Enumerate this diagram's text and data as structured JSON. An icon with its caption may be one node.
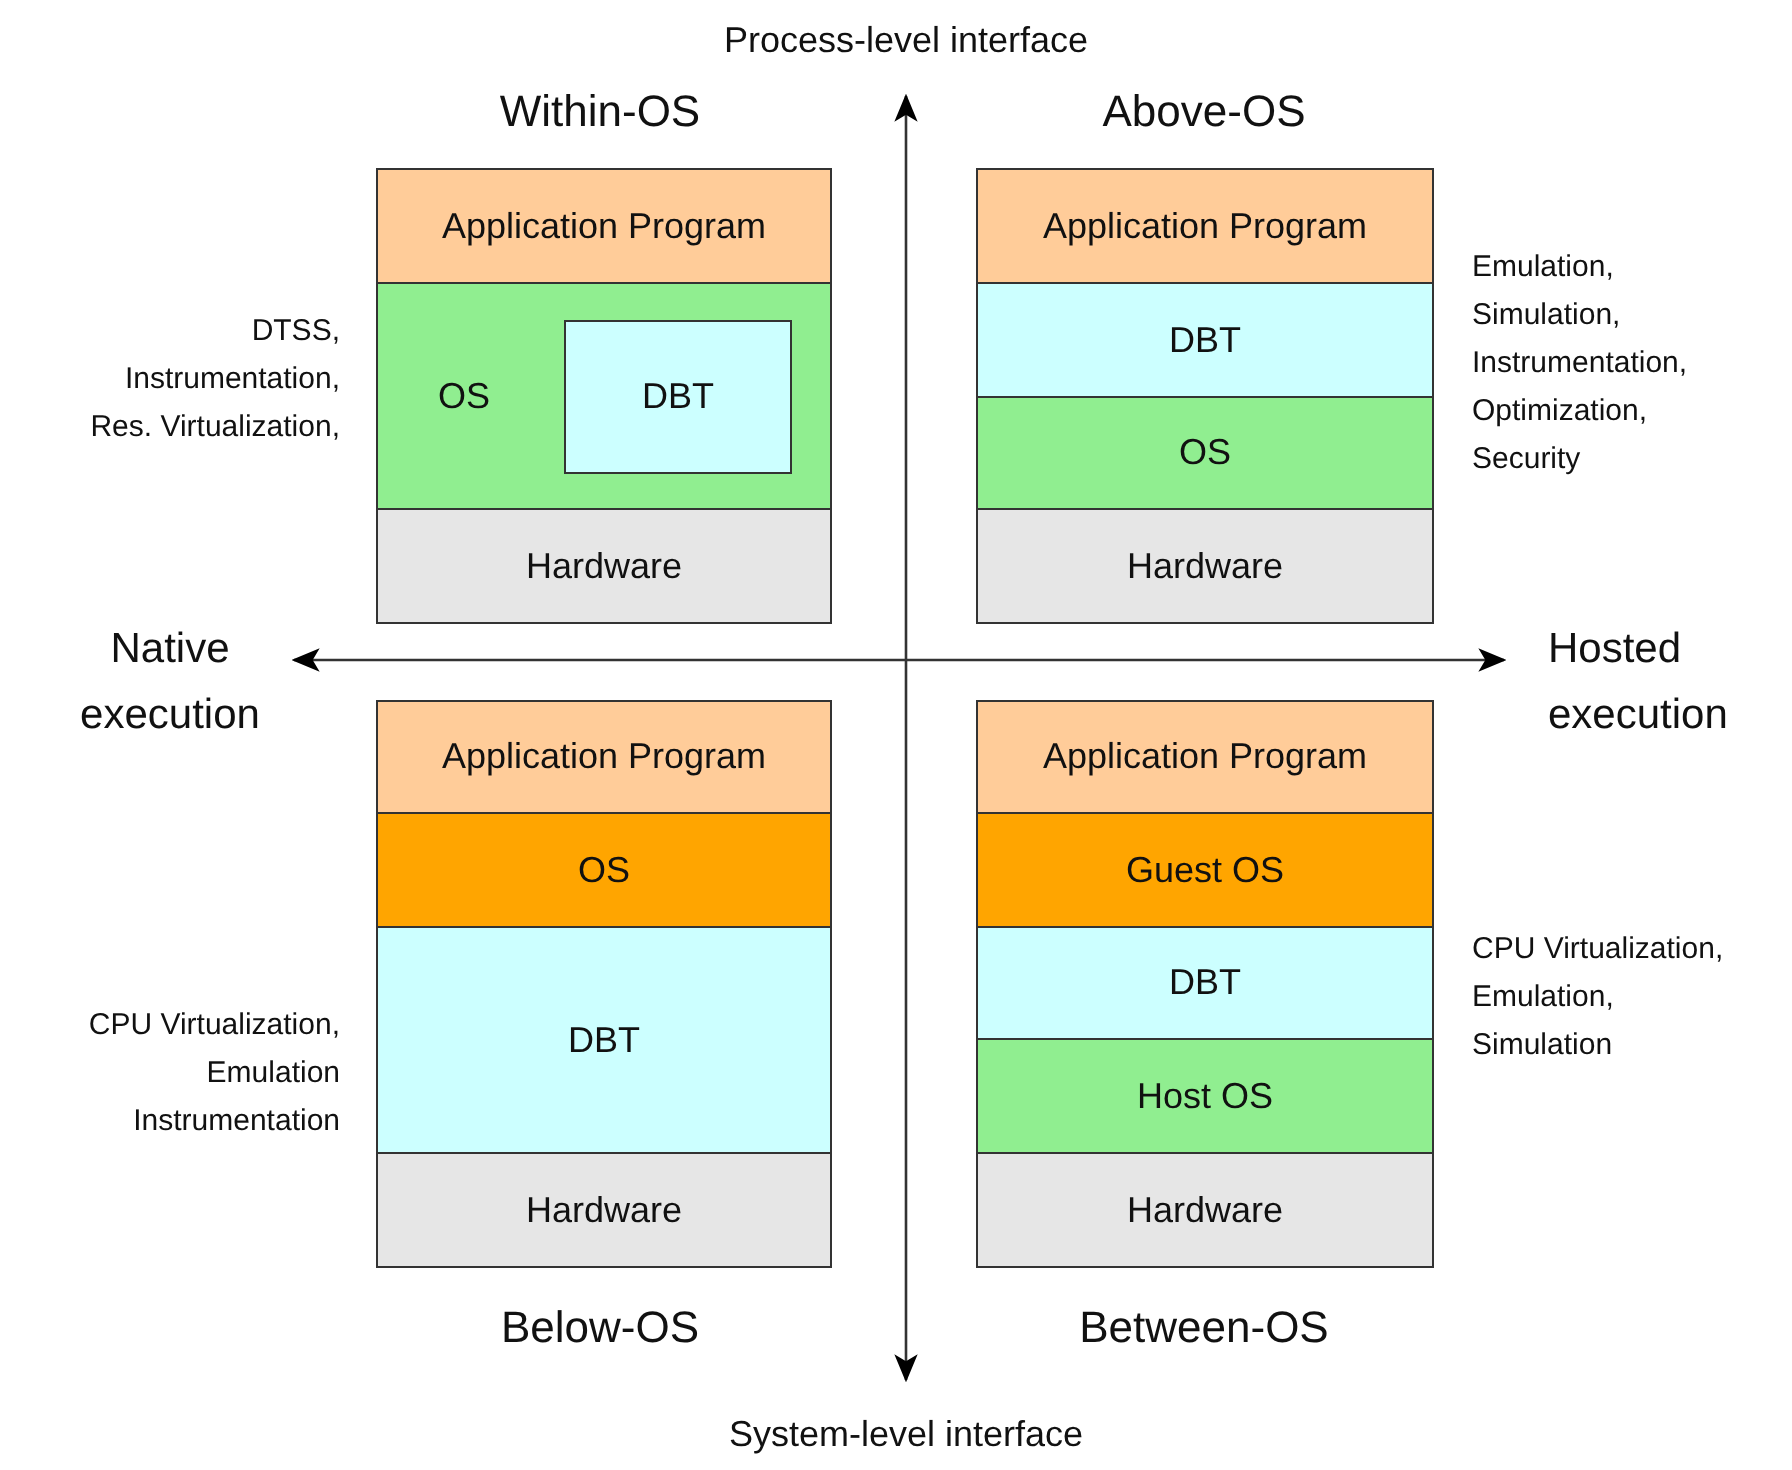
{
  "diagram": {
    "nodes": [
      {
        "text": [
          "Application Program"
        ]
      },
      {
        "text": [
          "OS"
        ]
      },
      {
        "text": [
          "DBT"
        ],
        "in": 1
      },
      {
        "text": [
          "Hardware"
        ]
      },
      {
        "text": [
          "Application Program"
        ]
      },
      {
        "text": [
          "DBT"
        ]
      },
      {
        "text": [
          "OS"
        ]
      },
      {
        "text": [
          "Hardware"
        ]
      },
      {
        "text": [
          "Application Program"
        ]
      },
      {
        "text": [
          "OS"
        ]
      },
      {
        "text": [
          "DBT"
        ]
      },
      {
        "text": [
          "Hardware"
        ]
      },
      {
        "text": [
          "Application Program"
        ]
      },
      {
        "text": [
          "Guest OS"
        ]
      },
      {
        "text": [
          "DBT"
        ]
      },
      {
        "text": [
          "Host OS"
        ]
      },
      {
        "text": [
          "Hardware"
        ]
      }
    ],
    "labels": [
      "Process-level interface",
      "Within-OS",
      "Above-OS",
      "DTSS, Instrumentation, Res. Virtualization,",
      "Emulation, Simulation, Instrumentation, Optimization, Security",
      "Native execution",
      "Hosted execution",
      "CPU Virtualization, Emulation Instrumentation",
      "CPU Virtualization, Emulation, Simulation",
      "Below-OS",
      "Between-OS",
      "System-level interface"
    ]
  }
}
